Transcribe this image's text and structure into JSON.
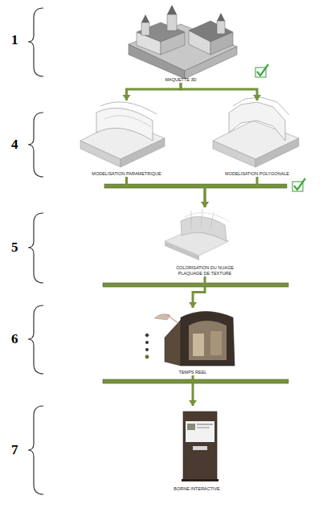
{
  "diagram": {
    "nodes": [
      {
        "text": [
          "MAQUETTE 3D"
        ]
      },
      {
        "text": [
          "MODELISATION PARAMETRIQUE"
        ]
      },
      {
        "text": [
          "MODELISATION POLYGONALE"
        ]
      },
      {
        "text": [
          "COLORISATION DU NUAGE",
          "PLAQUAGE DE TEXTURE"
        ]
      },
      {
        "text": [
          "TEMPS REEL"
        ]
      },
      {
        "text": [
          "BORNE INTERACTIVE"
        ]
      }
    ],
    "edges": [
      {
        "from": 0,
        "to": 1,
        "arrow": "to"
      },
      {
        "from": 0,
        "to": 2,
        "arrow": "to"
      },
      {
        "from": 1,
        "to": 3,
        "arrow": "to"
      },
      {
        "from": 2,
        "to": 3,
        "arrow": "to"
      },
      {
        "from": 3,
        "to": 4,
        "arrow": "to"
      },
      {
        "from": 4,
        "to": 5,
        "arrow": "to"
      }
    ],
    "labels": [
      "1",
      "4",
      "5",
      "6",
      "7"
    ]
  }
}
